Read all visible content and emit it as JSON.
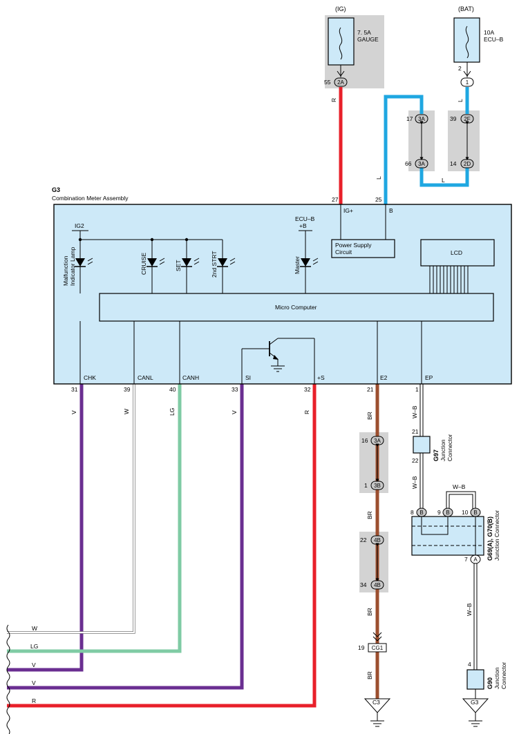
{
  "source_labels": {
    "ig": "(IG)",
    "bat": "(BAT)"
  },
  "fuses": {
    "gauge": {
      "line1": "7. 5A",
      "line2": "GAUGE"
    },
    "ecu_b": {
      "line1": "10A",
      "line2": "ECU–B"
    }
  },
  "meter": {
    "code": "G3",
    "name": "Combination Meter Assembly",
    "power_supply": {
      "line1": "Power Supply",
      "line2": "Circuit"
    },
    "lcd": "LCD",
    "micro_computer": "Micro Computer",
    "ig2": "IG2",
    "ecu_b_plus": {
      "line1": "ECU–B",
      "line2": "+B"
    },
    "lamps": {
      "malfunction": {
        "line1": "Malfunction",
        "line2": "Indicator Lamp"
      },
      "cruise": "CRUISE",
      "set": "SET",
      "second_strt": "2nd STRT",
      "master": "Master"
    },
    "terminals": {
      "ig_plus": "IG+",
      "b": "B",
      "chk": "CHK",
      "canl": "CANL",
      "canh": "CANH",
      "si": "SI",
      "plus_s": "+S",
      "e2": "E2",
      "ep": "EP"
    },
    "pins": {
      "p27": "27",
      "p25": "25",
      "p31": "31",
      "p39": "39",
      "p40": "40",
      "p33": "33",
      "p32": "32",
      "p21": "21",
      "p1": "1"
    }
  },
  "connectors": {
    "c2a": "2A",
    "c1": "1",
    "c3a": "3A",
    "c2f": "2F",
    "c2d": "2D",
    "c3b": "3B",
    "c4b": "4B",
    "cg1": "CG1",
    "cb": "B",
    "ca": "A"
  },
  "pin_numbers": {
    "n55": "55",
    "n2": "2",
    "n17": "17",
    "n66": "66",
    "n39": "39",
    "n14": "14",
    "n16": "16",
    "n1": "1",
    "n22": "22",
    "n34": "34",
    "n19": "19",
    "n21": "21",
    "n22b": "22",
    "n8": "8",
    "n9": "9",
    "n10": "10",
    "n7": "7",
    "n4": "4"
  },
  "wire_colors": {
    "r": "R",
    "l": "L",
    "v": "V",
    "w": "W",
    "lg": "LG",
    "br": "BR",
    "wb": "W–B"
  },
  "junction": {
    "g97": {
      "code": "G97",
      "line1": "Junction",
      "line2": "Connector"
    },
    "g69": {
      "code": "G69(A), G70(B)",
      "line": "Junction Connector"
    },
    "g90": {
      "code": "G90",
      "line1": "Junction",
      "line2": "Connector"
    }
  },
  "grounds": {
    "c3": "C3",
    "g3": "G3"
  },
  "palette": {
    "red": "#e8202a",
    "blue": "#1fa7e1",
    "purple": "#6a2e91",
    "green": "#7fcba4",
    "brown": "#9c4f2f",
    "light_blue": "#cde9f8",
    "grey": "#d3d3d3"
  }
}
